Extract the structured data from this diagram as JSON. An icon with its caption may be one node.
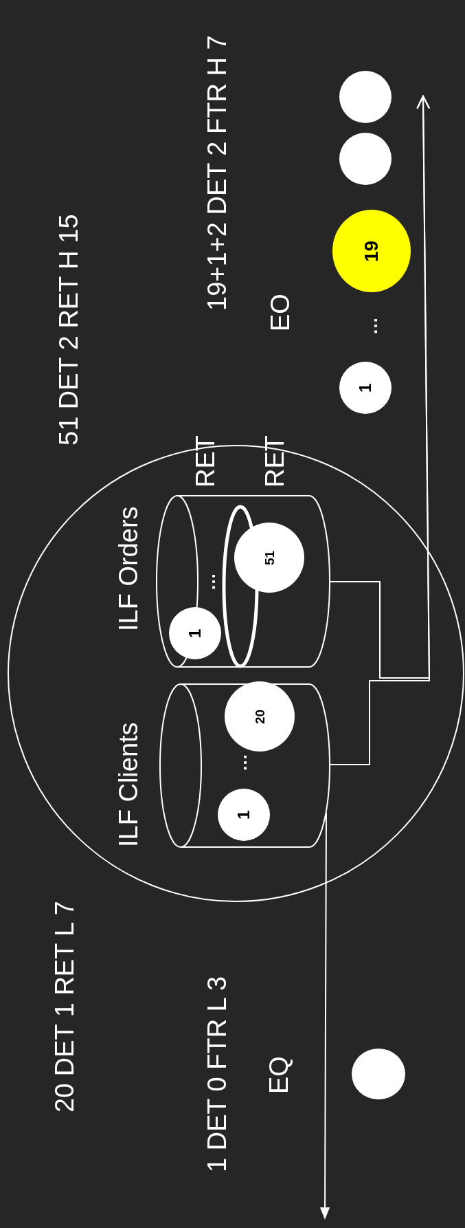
{
  "diagram": {
    "nodes": [
      {
        "text": [],
        "shape": "circle"
      },
      {
        "text": [
          "ILF Clients"
        ],
        "in": 0
      },
      {
        "text": [
          "1"
        ],
        "in": 1
      },
      {
        "text": [
          "20"
        ],
        "in": 1
      },
      {
        "text": [
          "ILF Orders"
        ],
        "in": 0
      },
      {
        "text": [
          "1"
        ],
        "in": 4
      },
      {
        "text": [
          "51"
        ],
        "in": 4
      },
      {
        "text": [
          "1"
        ]
      },
      {
        "text": [
          "19"
        ]
      },
      {
        "text": [],
        "shape": "circle"
      },
      {
        "text": [],
        "shape": "circle"
      },
      {
        "text": [],
        "shape": "circle"
      }
    ],
    "edges": [
      {
        "from": 4,
        "to": null,
        "arrow": "to"
      },
      {
        "from": 1,
        "to": null,
        "arrow": "to"
      },
      {
        "from": 1,
        "to": null,
        "arrow": "to"
      }
    ],
    "labels": [
      "51 DET 2 RET H 15",
      "19+1+2 DET 2 FTR H 7",
      "EO",
      "…",
      "RET",
      "RET",
      "…",
      "…",
      "20 DET 1 RET L 7",
      "1 DET 0 FTR L 3",
      "EQ"
    ]
  }
}
